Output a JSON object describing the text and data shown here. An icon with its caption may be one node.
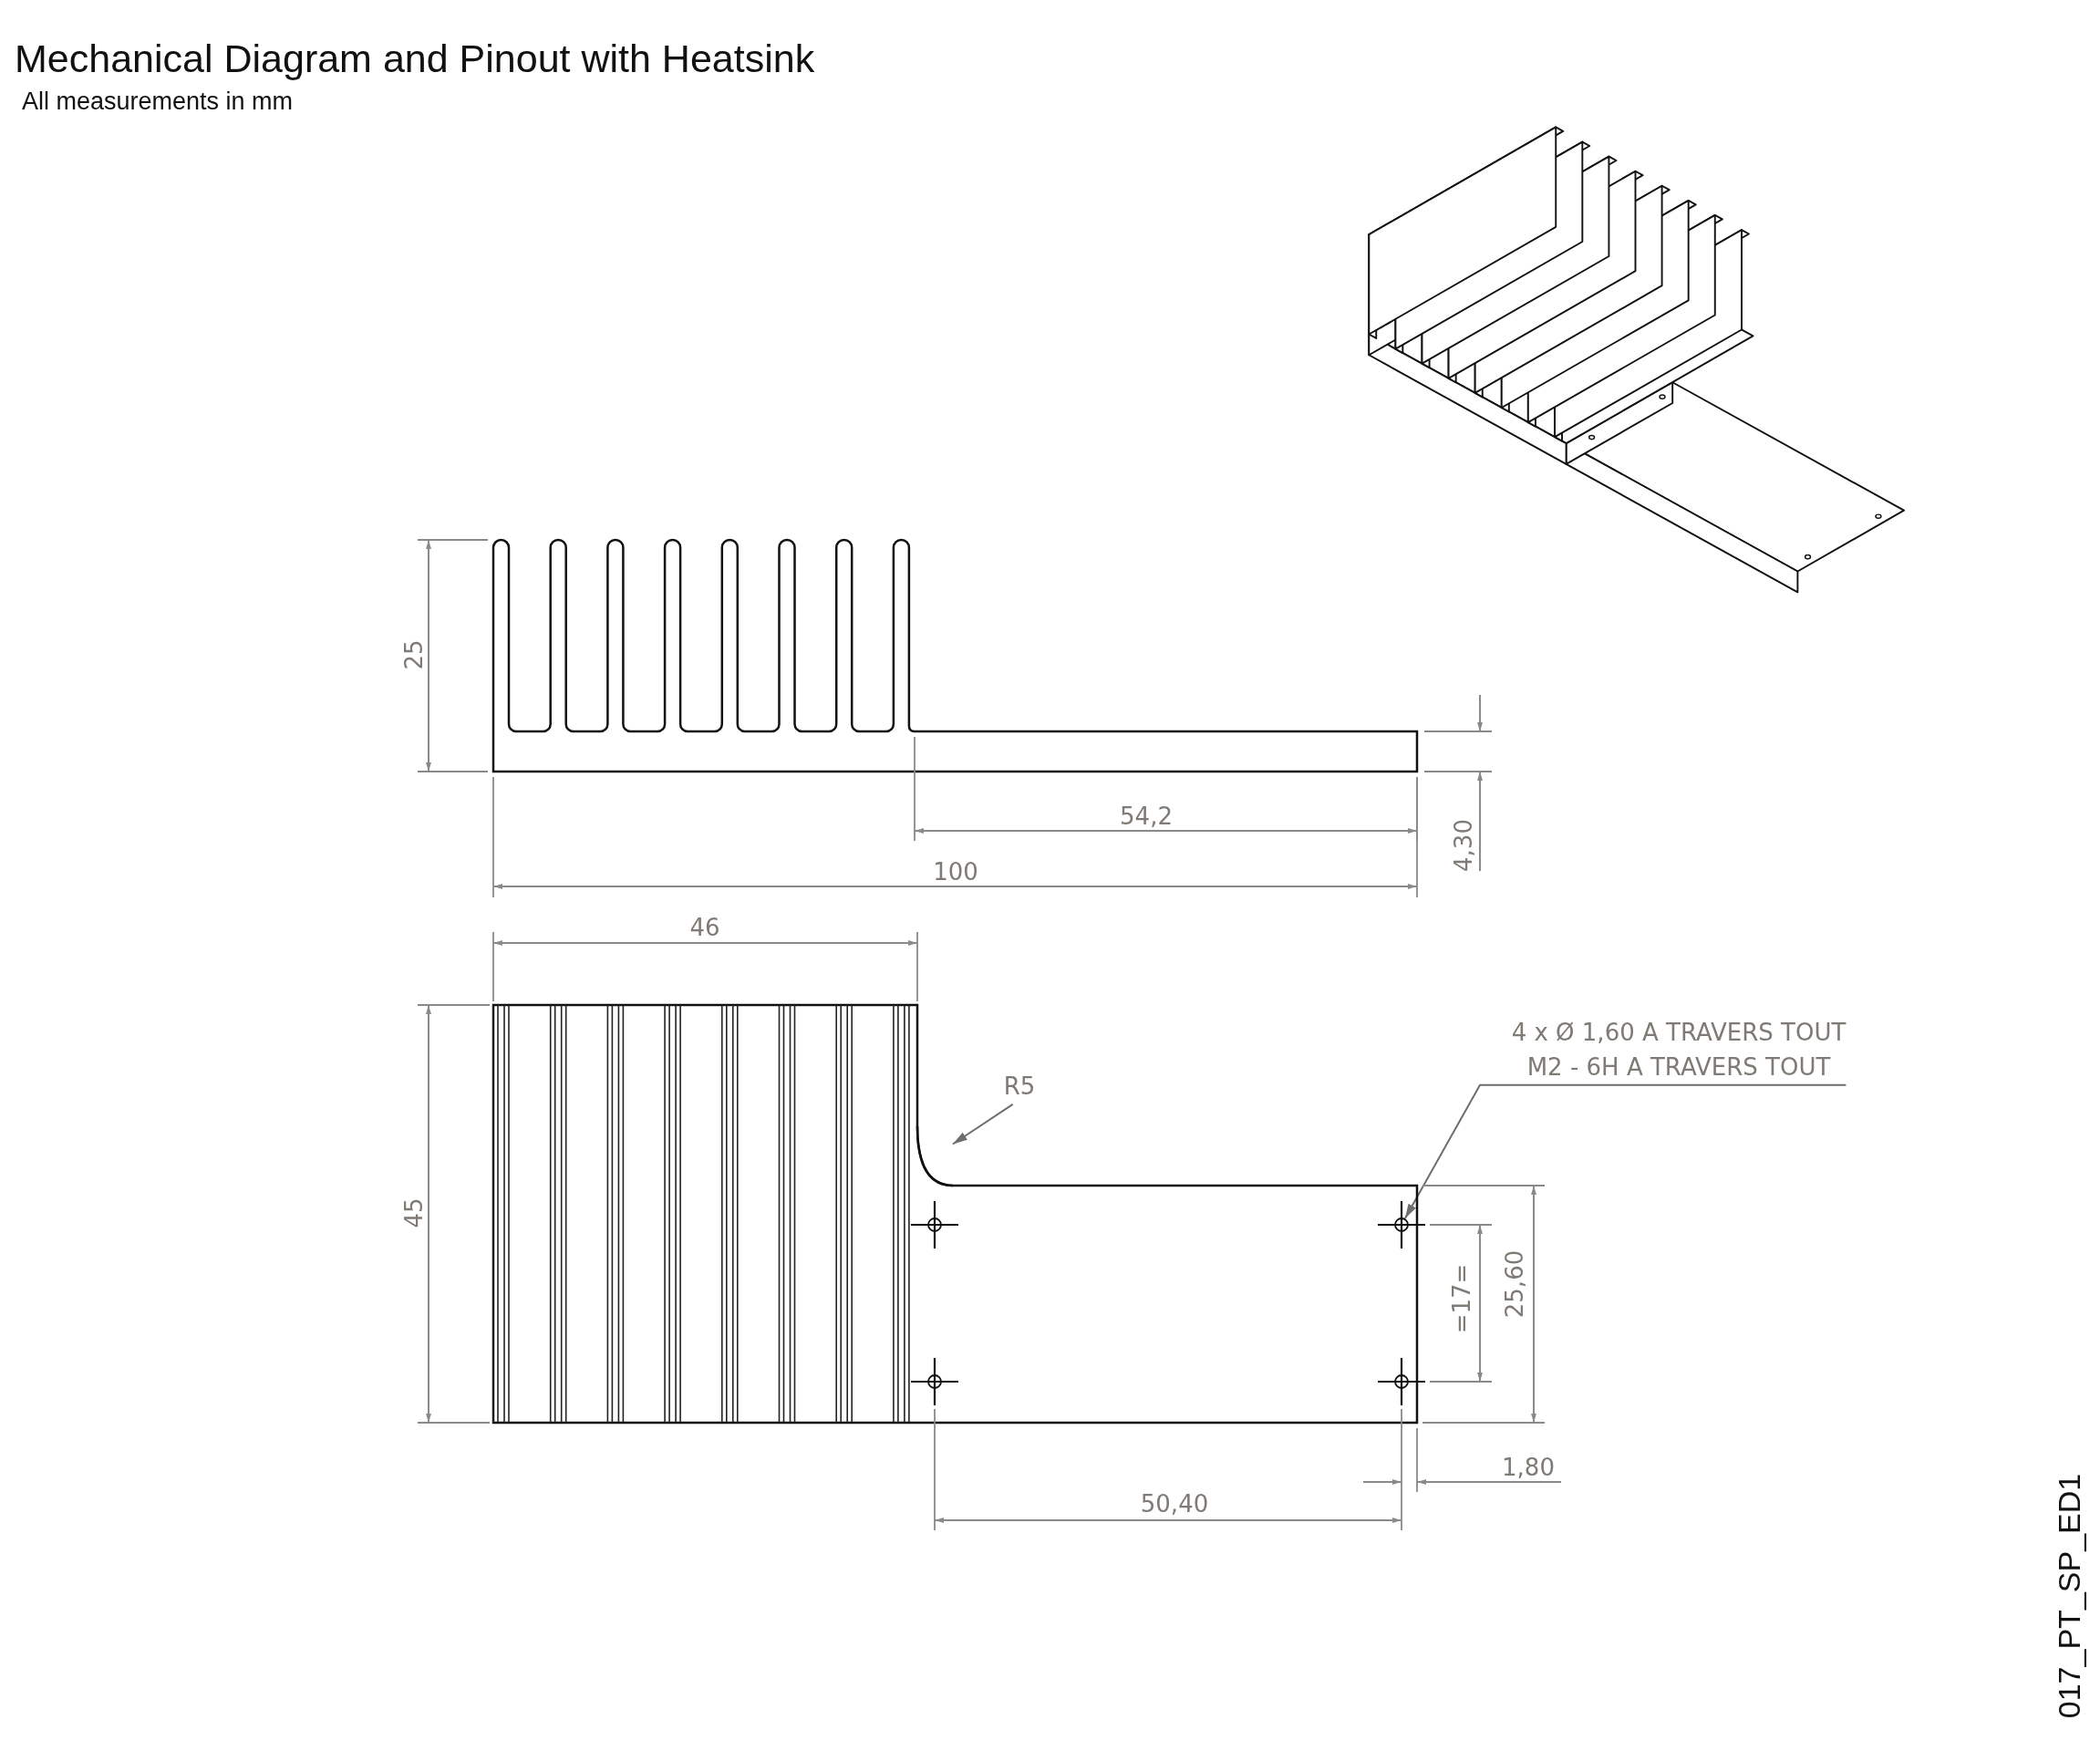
{
  "diagram": {
    "title": "Mechanical Diagram and Pinout with Heatsink",
    "nodes": [
      {
        "text": [
          "R5"
        ]
      },
      {
        "text": [
          "4 x Ø 1,60 A TRAVERS TOUT",
          "M2 - 6H A TRAVERS TOUT"
        ]
      },
      {
        "text": [],
        "shape": "arc"
      },
      {
        "text": [],
        "shape": "circle"
      }
    ],
    "edges": [
      {
        "from": 0,
        "to": 2,
        "arrow": "to"
      },
      {
        "from": 1,
        "to": 3,
        "arrow": "to"
      }
    ],
    "labels": [
      "All measurements in mm",
      "25",
      "54,2",
      "4,30",
      "100",
      "46",
      "45",
      "=17=",
      "25,60",
      "1,80",
      "50,40",
      "017_PT_SP_ED1"
    ]
  }
}
